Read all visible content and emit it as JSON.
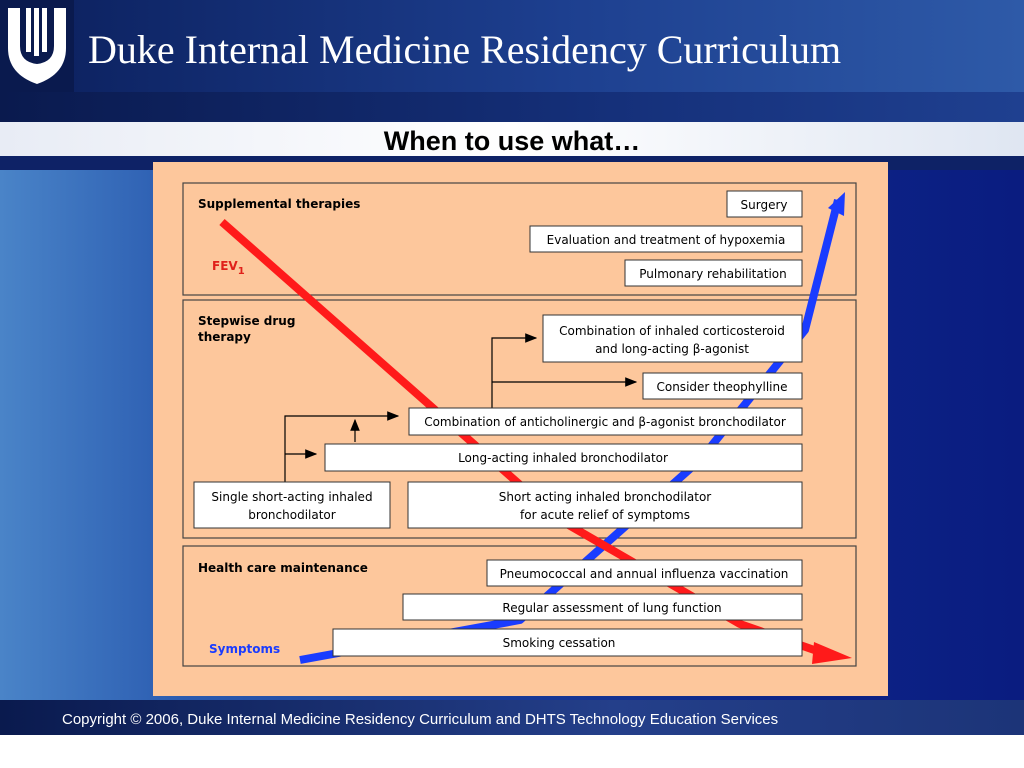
{
  "header": {
    "title": "Duke Internal Medicine Residency Curriculum",
    "subtitle": "When to use what…"
  },
  "footer": {
    "text": "Copyright © 2006, Duke Internal Medicine Residency Curriculum and DHTS Technology Education Services"
  },
  "diagram": {
    "sections": {
      "supplemental": "Supplemental therapies",
      "stepwise_line1": "Stepwise drug",
      "stepwise_line2": "therapy",
      "maintenance": "Health care maintenance"
    },
    "labels": {
      "fev": "FEV",
      "fev_sub": "1",
      "symptoms": "Symptoms"
    },
    "boxes": {
      "surgery": "Surgery",
      "hypoxemia": "Evaluation and treatment of hypoxemia",
      "rehab": "Pulmonary rehabilitation",
      "combo_steroid_1": "Combination of inhaled corticosteroid",
      "combo_steroid_2": "and long-acting β-agonist",
      "theophylline": "Consider theophylline",
      "combo_anticholinergic": "Combination of anticholinergic and β-agonist bronchodilator",
      "long_acting": "Long-acting inhaled bronchodilator",
      "short_single_1": "Single short-acting inhaled",
      "short_single_2": "bronchodilator",
      "short_acute_1": "Short acting inhaled bronchodilator",
      "short_acute_2": "for acute relief of symptoms",
      "vaccination": "Pneumococcal and annual influenza vaccination",
      "lung_function": "Regular assessment of lung function",
      "smoking": "Smoking cessation"
    },
    "colors": {
      "panel": "#fdc79c",
      "fev_line": "#ff1a1a",
      "symptoms_line": "#1a3cff",
      "box_fill": "#ffffff"
    }
  }
}
